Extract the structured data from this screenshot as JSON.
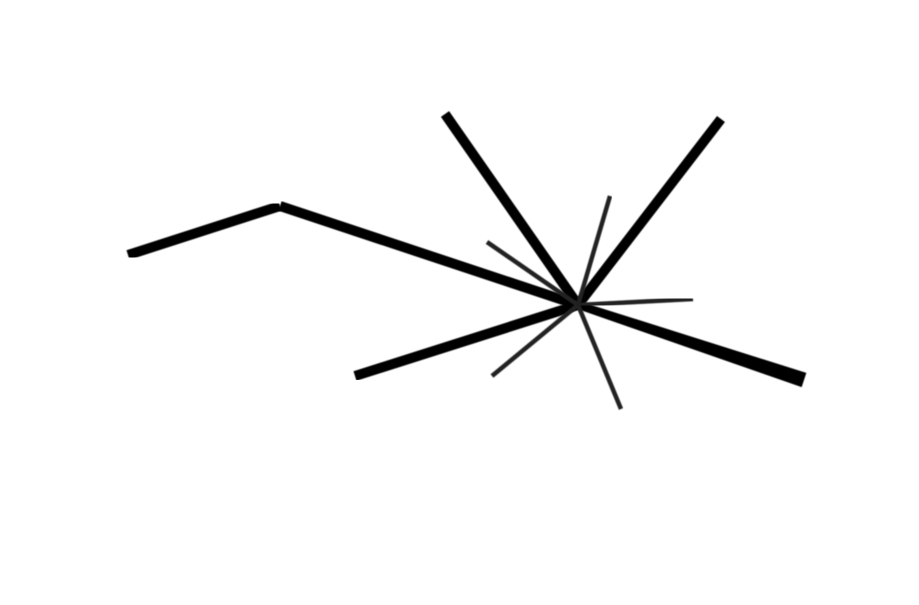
{
  "diagram": {
    "kind": "skeletal-structure",
    "colors": {
      "background": "#ffffff",
      "bond": "#000000",
      "bond_faint": "#222222"
    },
    "atoms": [
      {
        "id": "a1"
      },
      {
        "id": "a2"
      },
      {
        "id": "center"
      },
      {
        "id": "ul"
      },
      {
        "id": "ur"
      },
      {
        "id": "right"
      },
      {
        "id": "down"
      },
      {
        "id": "ll"
      },
      {
        "id": "b_up"
      },
      {
        "id": "b_upleft"
      },
      {
        "id": "b_right"
      },
      {
        "id": "b_downleft"
      },
      {
        "id": "b_downright"
      }
    ],
    "bonds": [
      {
        "from": "a1",
        "to": "a2",
        "style": "single"
      },
      {
        "from": "a2",
        "to": "center",
        "style": "single"
      },
      {
        "from": "center",
        "to": "ul",
        "style": "single"
      },
      {
        "from": "center",
        "to": "ur",
        "style": "single"
      },
      {
        "from": "center",
        "to": "right",
        "style": "wedge"
      },
      {
        "from": "center",
        "to": "down",
        "style": "single"
      },
      {
        "from": "center",
        "to": "ll",
        "style": "single"
      },
      {
        "from": "center",
        "to": "b_up",
        "style": "hydrogen-thin"
      },
      {
        "from": "center",
        "to": "b_upleft",
        "style": "hydrogen-thin"
      },
      {
        "from": "center",
        "to": "b_right",
        "style": "hydrogen-thin"
      },
      {
        "from": "center",
        "to": "b_downleft",
        "style": "hydrogen-thin"
      },
      {
        "from": "center",
        "to": "b_downright",
        "style": "hydrogen-thin"
      }
    ]
  }
}
